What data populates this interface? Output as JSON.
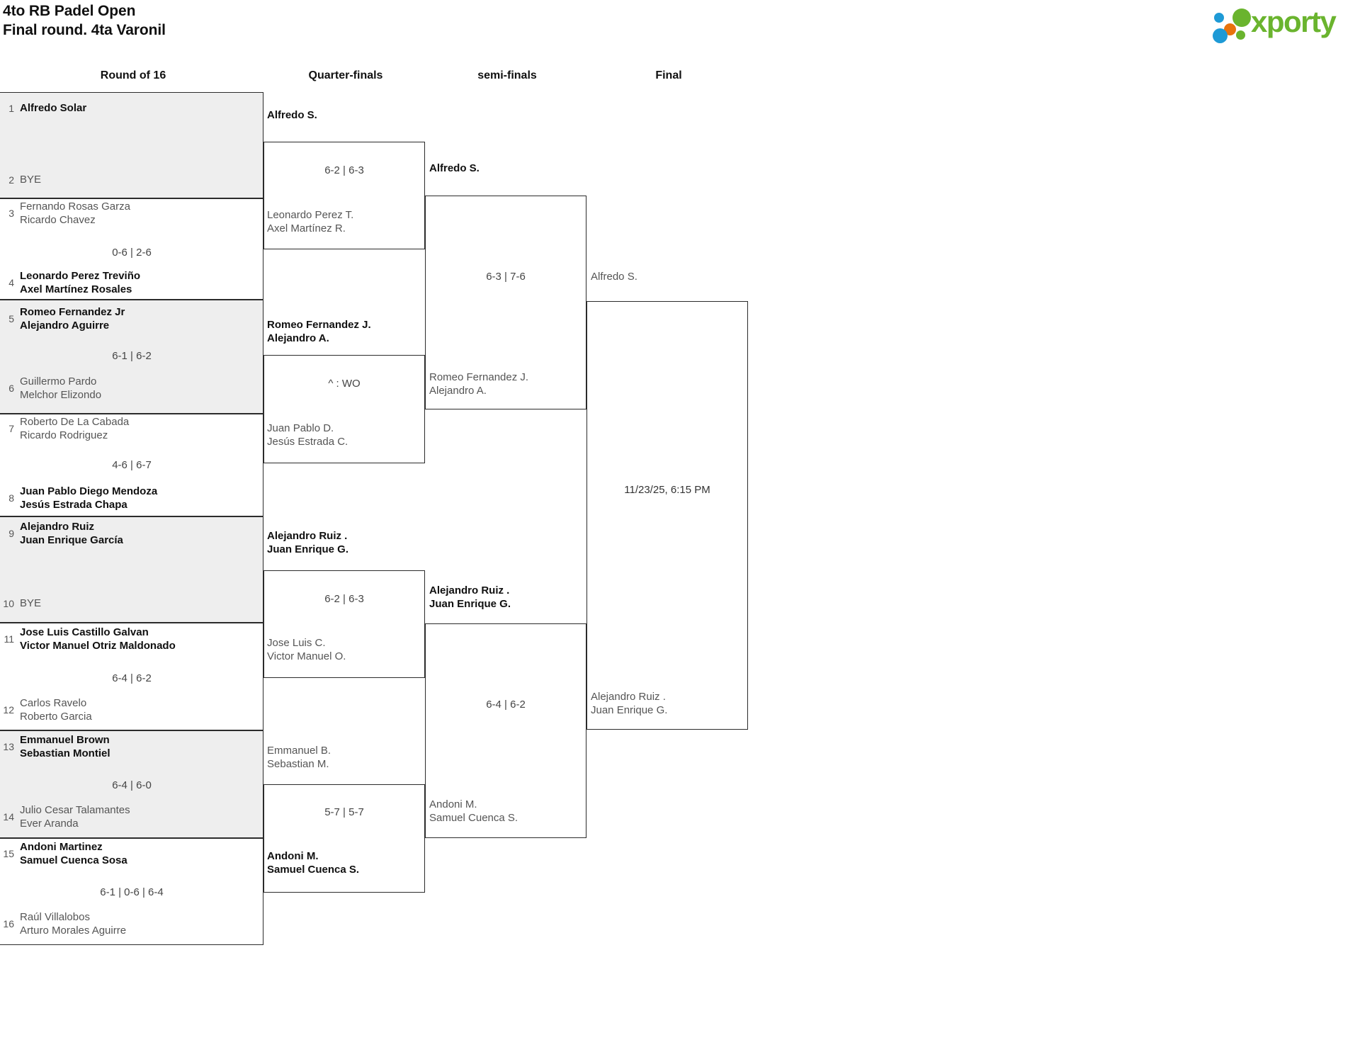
{
  "header": {
    "title_line1": "4to RB Padel Open",
    "title_line2": "Final round. 4ta Varonil",
    "logo_text": "xporty"
  },
  "rounds": [
    {
      "key": "r16",
      "label": "Round of 16"
    },
    {
      "key": "qf",
      "label": "Quarter-finals"
    },
    {
      "key": "sf",
      "label": "semi-finals"
    },
    {
      "key": "final",
      "label": "Final"
    }
  ],
  "round_of_16": [
    {
      "seed_top": "1",
      "top_line1": "Alfredo Solar",
      "top_line2": "",
      "seed_bottom": "2",
      "bottom_line1": "BYE",
      "bottom_line2": "",
      "score": "",
      "winner": "top"
    },
    {
      "seed_top": "3",
      "top_line1": "Fernando Rosas Garza",
      "top_line2": "Ricardo Chavez",
      "seed_bottom": "4",
      "bottom_line1": "Leonardo Perez Treviño",
      "bottom_line2": "Axel Martínez Rosales",
      "score": "0-6 | 2-6",
      "winner": "bottom"
    },
    {
      "seed_top": "5",
      "top_line1": "Romeo Fernandez Jr",
      "top_line2": "Alejandro Aguirre",
      "seed_bottom": "6",
      "bottom_line1": "Guillermo Pardo",
      "bottom_line2": "Melchor Elizondo",
      "score": "6-1 | 6-2",
      "winner": "top"
    },
    {
      "seed_top": "7",
      "top_line1": "Roberto De La Cabada",
      "top_line2": "Ricardo Rodriguez",
      "seed_bottom": "8",
      "bottom_line1": "Juan Pablo Diego Mendoza",
      "bottom_line2": "Jesús Estrada Chapa",
      "score": "4-6 | 6-7",
      "winner": "bottom"
    },
    {
      "seed_top": "9",
      "top_line1": "Alejandro Ruiz",
      "top_line2": "Juan Enrique García",
      "seed_bottom": "10",
      "bottom_line1": "BYE",
      "bottom_line2": "",
      "score": "",
      "winner": "top"
    },
    {
      "seed_top": "11",
      "top_line1": "Jose Luis Castillo Galvan",
      "top_line2": "Victor Manuel Otriz Maldonado",
      "seed_bottom": "12",
      "bottom_line1": "Carlos Ravelo",
      "bottom_line2": "Roberto Garcia",
      "score": "6-4 | 6-2",
      "winner": "top"
    },
    {
      "seed_top": "13",
      "top_line1": "Emmanuel Brown",
      "top_line2": "Sebastian Montiel",
      "seed_bottom": "14",
      "bottom_line1": "Julio Cesar Talamantes",
      "bottom_line2": "Ever Aranda",
      "score": "6-4 | 6-0",
      "winner": "top"
    },
    {
      "seed_top": "15",
      "top_line1": "Andoni Martinez",
      "top_line2": "Samuel Cuenca Sosa",
      "seed_bottom": "16",
      "bottom_line1": "Raúl Villalobos",
      "bottom_line2": "Arturo Morales Aguirre",
      "score": "6-1 | 0-6 | 6-4",
      "winner": "top"
    }
  ],
  "quarter_finals": [
    {
      "top_line1": "Alfredo S.",
      "top_line2": "",
      "bottom_line1": "Leonardo Perez T.",
      "bottom_line2": "Axel Martínez R.",
      "score": "6-2 | 6-3",
      "winner": "top"
    },
    {
      "top_line1": "Romeo Fernandez J.",
      "top_line2": "Alejandro A.",
      "bottom_line1": "Juan Pablo D.",
      "bottom_line2": "Jesús Estrada C.",
      "score": "^ : WO",
      "winner": "top"
    },
    {
      "top_line1": "Alejandro Ruiz .",
      "top_line2": "Juan Enrique G.",
      "bottom_line1": "Jose Luis C.",
      "bottom_line2": "Victor Manuel O.",
      "score": "6-2 | 6-3",
      "winner": "top"
    },
    {
      "top_line1": "Emmanuel B.",
      "top_line2": "Sebastian M.",
      "bottom_line1": "Andoni M.",
      "bottom_line2": "Samuel Cuenca S.",
      "score": "5-7 | 5-7",
      "winner": "bottom"
    }
  ],
  "semi_finals": [
    {
      "top_line1": "Alfredo S.",
      "top_line2": "",
      "bottom_line1": "Romeo Fernandez J.",
      "bottom_line2": "Alejandro A.",
      "score": "6-3 | 7-6",
      "winner": "top"
    },
    {
      "top_line1": "Alejandro Ruiz .",
      "top_line2": "Juan Enrique G.",
      "bottom_line1": "Andoni M.",
      "bottom_line2": "Samuel Cuenca S.",
      "score": "6-4 | 6-2",
      "winner": "top"
    }
  ],
  "final_match": {
    "top_line1": "Alfredo S.",
    "top_line2": "",
    "bottom_line1": "Alejandro Ruiz .",
    "bottom_line2": "Juan Enrique G.",
    "datetime": "11/23/25, 6:15 PM",
    "winner": "none"
  }
}
